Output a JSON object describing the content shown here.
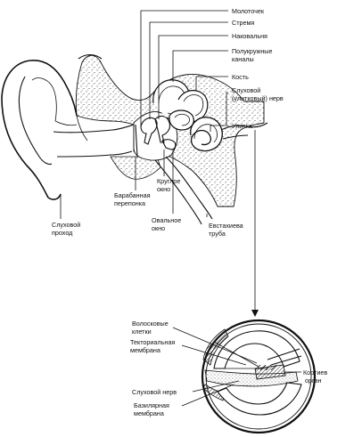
{
  "diagram": {
    "labels": {
      "hammer": "Молоточек",
      "stirrup": "Стремя",
      "anvil": "Наковальня",
      "semicircular_1": "Полукружные",
      "semicircular_2": "каналы",
      "bone": "Кость",
      "auditory_nerve_1": "Слуховой",
      "auditory_nerve_2": "(улитковый)  нерв",
      "cochlea": "Улитка",
      "eardrum_1": "Барабанная",
      "eardrum_2": "перепонка",
      "round_window_1": "Круглое",
      "round_window_2": "окно",
      "ear_canal_1": "Слуховой",
      "ear_canal_2": "проход",
      "oval_window_1": "Овальное",
      "oval_window_2": "окно",
      "eustachian_1": "Евстахиева",
      "eustachian_2": "труба",
      "hair_cells_1": "Волосковые",
      "hair_cells_2": "клетки",
      "tectorial_1": "Текториальная",
      "tectorial_2": "мембрана",
      "corti_1": "Кортиев",
      "corti_2": "орган",
      "detail_nerve": "Слуховой нерв",
      "basilar_1": "Базилярная",
      "basilar_2": "мембрана"
    }
  }
}
